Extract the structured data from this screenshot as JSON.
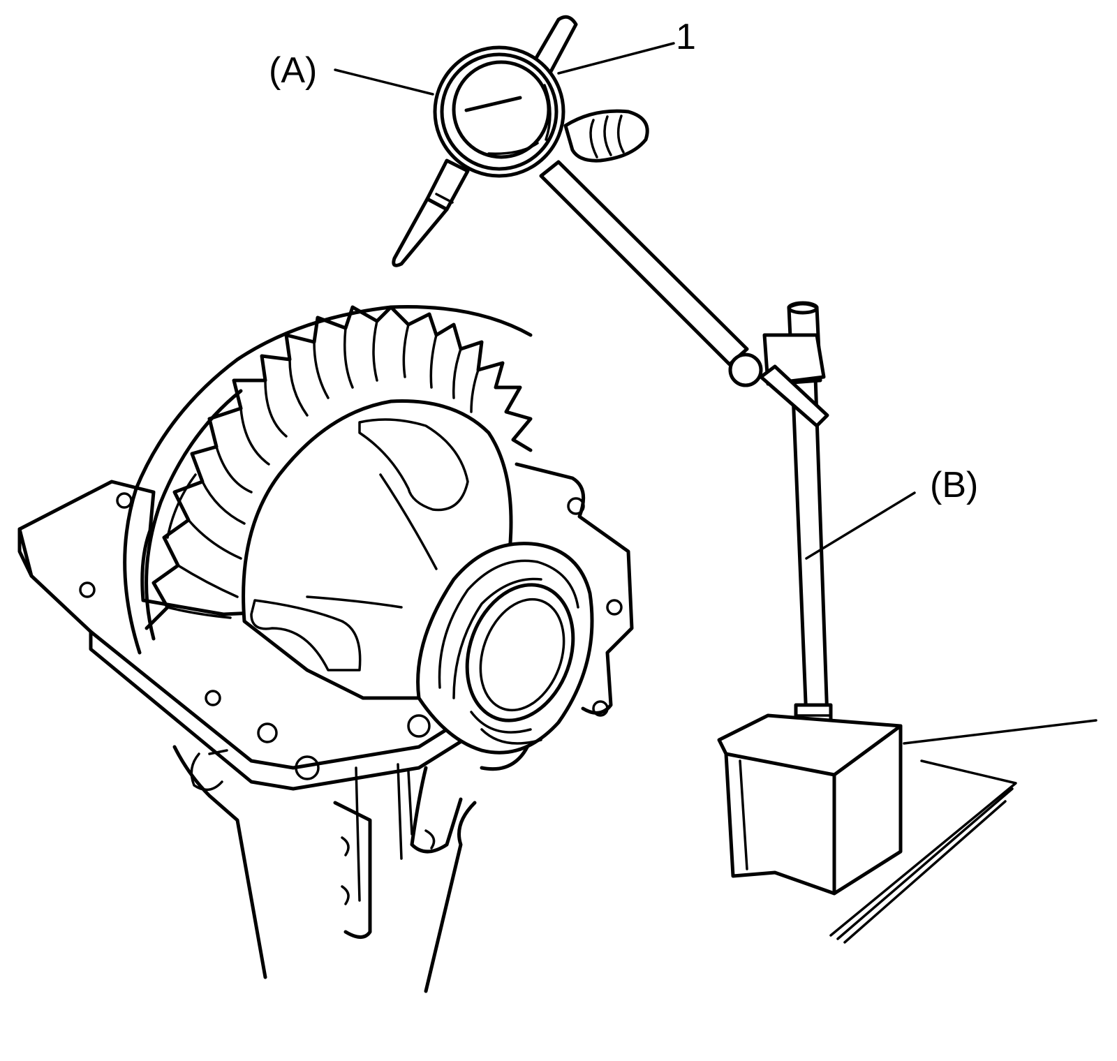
{
  "labels": {
    "A": "(A)",
    "B": "(B)",
    "one": "1"
  },
  "colors": {
    "ink": "#000000",
    "paper": "#ffffff"
  }
}
